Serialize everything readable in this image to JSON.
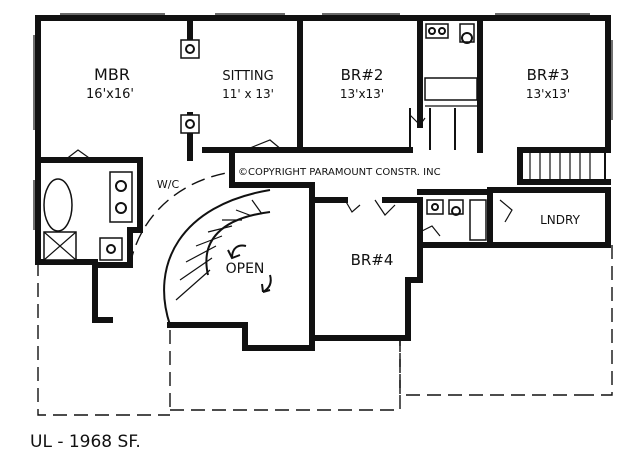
{
  "rooms": {
    "mbr": {
      "name": "MBR",
      "size": "16'x16'"
    },
    "sitting": {
      "name": "SITTING",
      "size": "11' x 13'"
    },
    "br2": {
      "name": "BR#2",
      "size": "13'x13'"
    },
    "br3": {
      "name": "BR#3",
      "size": "13'x13'"
    },
    "br4": {
      "name": "BR#4"
    },
    "wic": {
      "name": "W/C"
    },
    "open": {
      "name": "OPEN"
    },
    "lndry": {
      "name": "LNDRY"
    }
  },
  "copyright": "©COPYRIGHT PARAMOUNT CONSTR. INC",
  "footer": {
    "area_label": "UL - 1968 SF."
  }
}
